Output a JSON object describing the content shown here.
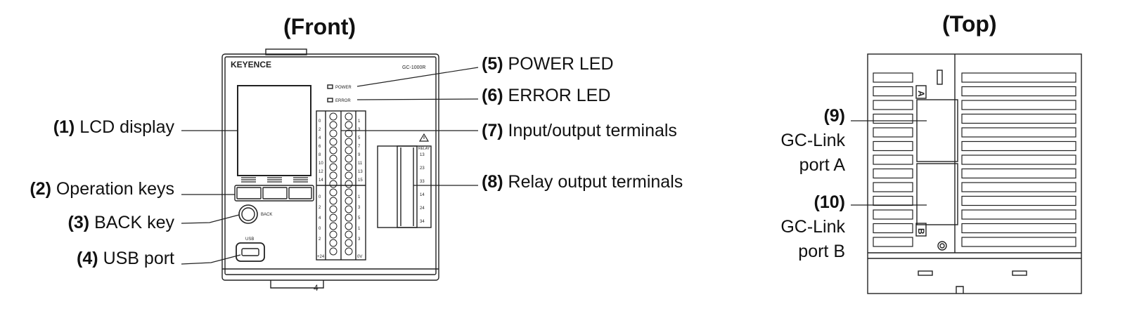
{
  "headings": {
    "front": "(Front)",
    "top": "(Top)"
  },
  "device": {
    "brand": "KEYENCE",
    "model": "GC-1000R",
    "power_led_text": "POWER",
    "error_led_text": "ERROR",
    "back_key_text": "BACK",
    "usb_text": "USB",
    "relay_text": "RELAY",
    "bottom_mark": "4",
    "left_terminal_numbers": [
      "0",
      "2",
      "4",
      "6",
      "8",
      "10",
      "12",
      "14"
    ],
    "right_terminal_numbers": [
      "1",
      "3",
      "5",
      "7",
      "9",
      "11",
      "13",
      "15"
    ],
    "left_lower_numbers": [
      "0",
      "2",
      "4",
      "0",
      "2"
    ],
    "right_lower_numbers": [
      "1",
      "3",
      "5",
      "1",
      "3"
    ],
    "supply_minus": "+24",
    "supply_zero": "0V",
    "relay_numbers": [
      "13",
      "23",
      "33",
      "14",
      "24",
      "34"
    ],
    "top_port_a": "A",
    "top_port_b": "B"
  },
  "callouts": [
    {
      "num": "(1)",
      "text": "LCD display"
    },
    {
      "num": "(2)",
      "text": "Operation keys"
    },
    {
      "num": "(3)",
      "text": "BACK key"
    },
    {
      "num": "(4)",
      "text": "USB port"
    },
    {
      "num": "(5)",
      "text": "POWER LED"
    },
    {
      "num": "(6)",
      "text": "ERROR LED"
    },
    {
      "num": "(7)",
      "text": "Input/output terminals"
    },
    {
      "num": "(8)",
      "text": "Relay output terminals"
    },
    {
      "num": "(9)",
      "line1": "GC-Link",
      "line2": "port A"
    },
    {
      "num": "(10)",
      "line1": "GC-Link",
      "line2": "port B"
    }
  ]
}
